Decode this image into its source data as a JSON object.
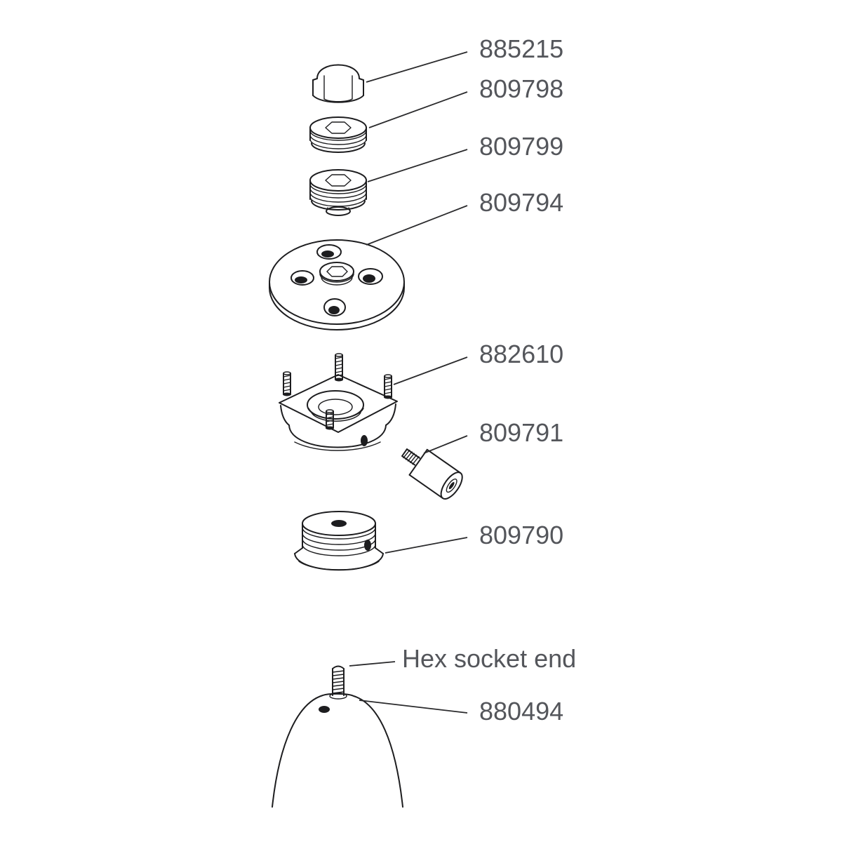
{
  "figure": {
    "type": "exploded-parts-diagram",
    "background": "#ffffff",
    "line_color": "#1d1d1f",
    "label_color": "#54565b",
    "parts": [
      {
        "key": "cap_nut",
        "label": "885215"
      },
      {
        "key": "seal_screw_upper",
        "label": "809798"
      },
      {
        "key": "seal_screw_lower",
        "label": "809799"
      },
      {
        "key": "top_disc",
        "label": "809794"
      },
      {
        "key": "stud_flange",
        "label": "882610"
      },
      {
        "key": "angled_fitting",
        "label": "809791"
      },
      {
        "key": "ribbed_base",
        "label": "809790"
      },
      {
        "key": "mount_stud",
        "label": "880494"
      }
    ],
    "annotations": [
      {
        "key": "hex_socket_note",
        "text": "Hex socket end"
      }
    ]
  }
}
